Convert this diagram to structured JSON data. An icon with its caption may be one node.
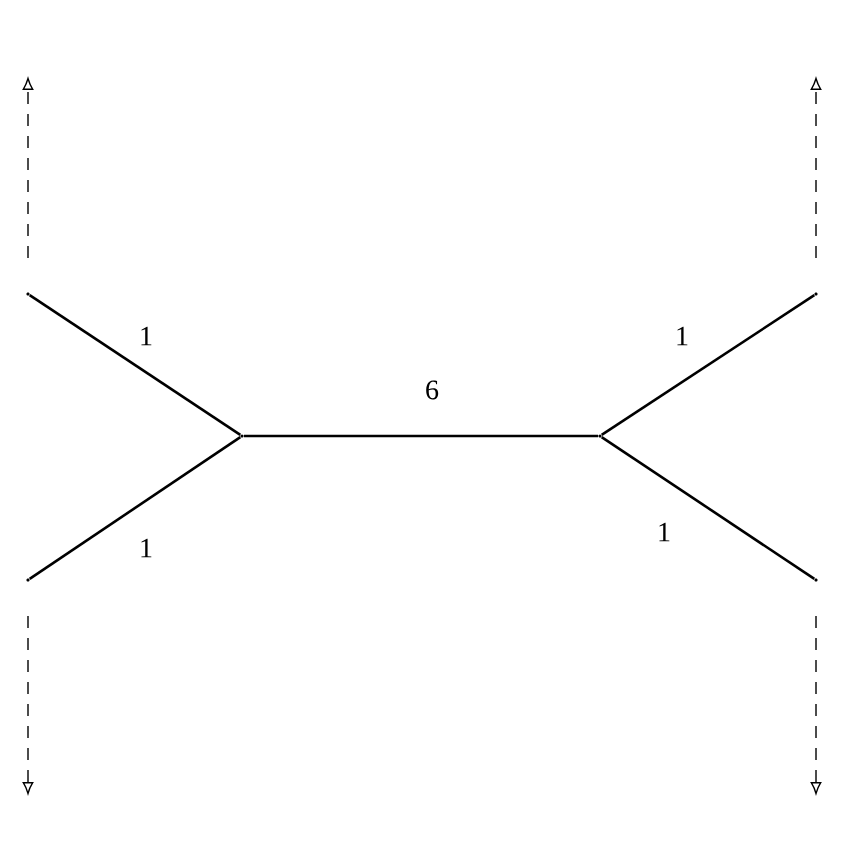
{
  "diagram": {
    "nodes": [
      {
        "text": [],
        "shape": "point"
      },
      {
        "text": [],
        "shape": "point"
      },
      {
        "text": [],
        "shape": "point"
      },
      {
        "text": [],
        "shape": "point"
      },
      {
        "text": [],
        "shape": "point"
      },
      {
        "text": [],
        "shape": "point"
      }
    ],
    "edges": [
      {
        "from": 2,
        "to": 0,
        "arrow": "none",
        "label": "1"
      },
      {
        "from": 2,
        "to": 1,
        "arrow": "none",
        "label": "1"
      },
      {
        "from": 2,
        "to": 3,
        "arrow": "none",
        "label": "6"
      },
      {
        "from": 3,
        "to": 4,
        "arrow": "none",
        "label": "1"
      },
      {
        "from": 3,
        "to": 5,
        "arrow": "none",
        "label": "1"
      },
      {
        "from": 0,
        "to": null,
        "arrow": "to",
        "style": "dashed"
      },
      {
        "from": 1,
        "to": null,
        "arrow": "to",
        "style": "dashed"
      },
      {
        "from": 4,
        "to": null,
        "arrow": "to",
        "style": "dashed"
      },
      {
        "from": 5,
        "to": null,
        "arrow": "to",
        "style": "dashed"
      }
    ]
  }
}
